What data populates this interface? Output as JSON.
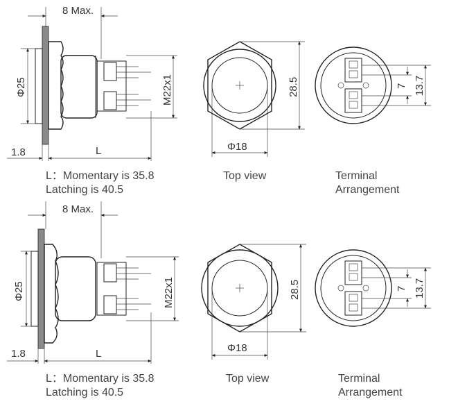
{
  "panels": [
    {
      "side": {
        "max_label": "8 Max.",
        "diameter_label": "Φ25",
        "thread_label": "M22x1",
        "plate_label": "1.8",
        "length_label": "L",
        "note_line1": "L：Momentary is 35.8",
        "note_line2": "Latching is 40.5"
      },
      "top": {
        "height_label": "28.5",
        "diameter_label": "Φ18",
        "caption": "Top view"
      },
      "terminal": {
        "inner_label": "7",
        "outer_label": "13.7",
        "caption_line1": "Terminal",
        "caption_line2": "Arrangement"
      }
    },
    {
      "side": {
        "max_label": "8 Max.",
        "diameter_label": "Φ25",
        "thread_label": "M22x1",
        "plate_label": "1.8",
        "length_label": "L",
        "note_line1": "L：Momentary is 35.8",
        "note_line2": "Latching is 40.5"
      },
      "top": {
        "height_label": "28.5",
        "diameter_label": "Φ18",
        "caption": "Top view"
      },
      "terminal": {
        "inner_label": "7",
        "outer_label": "13.7",
        "caption_line1": "Terminal",
        "caption_line2": "Arrangement"
      }
    }
  ]
}
